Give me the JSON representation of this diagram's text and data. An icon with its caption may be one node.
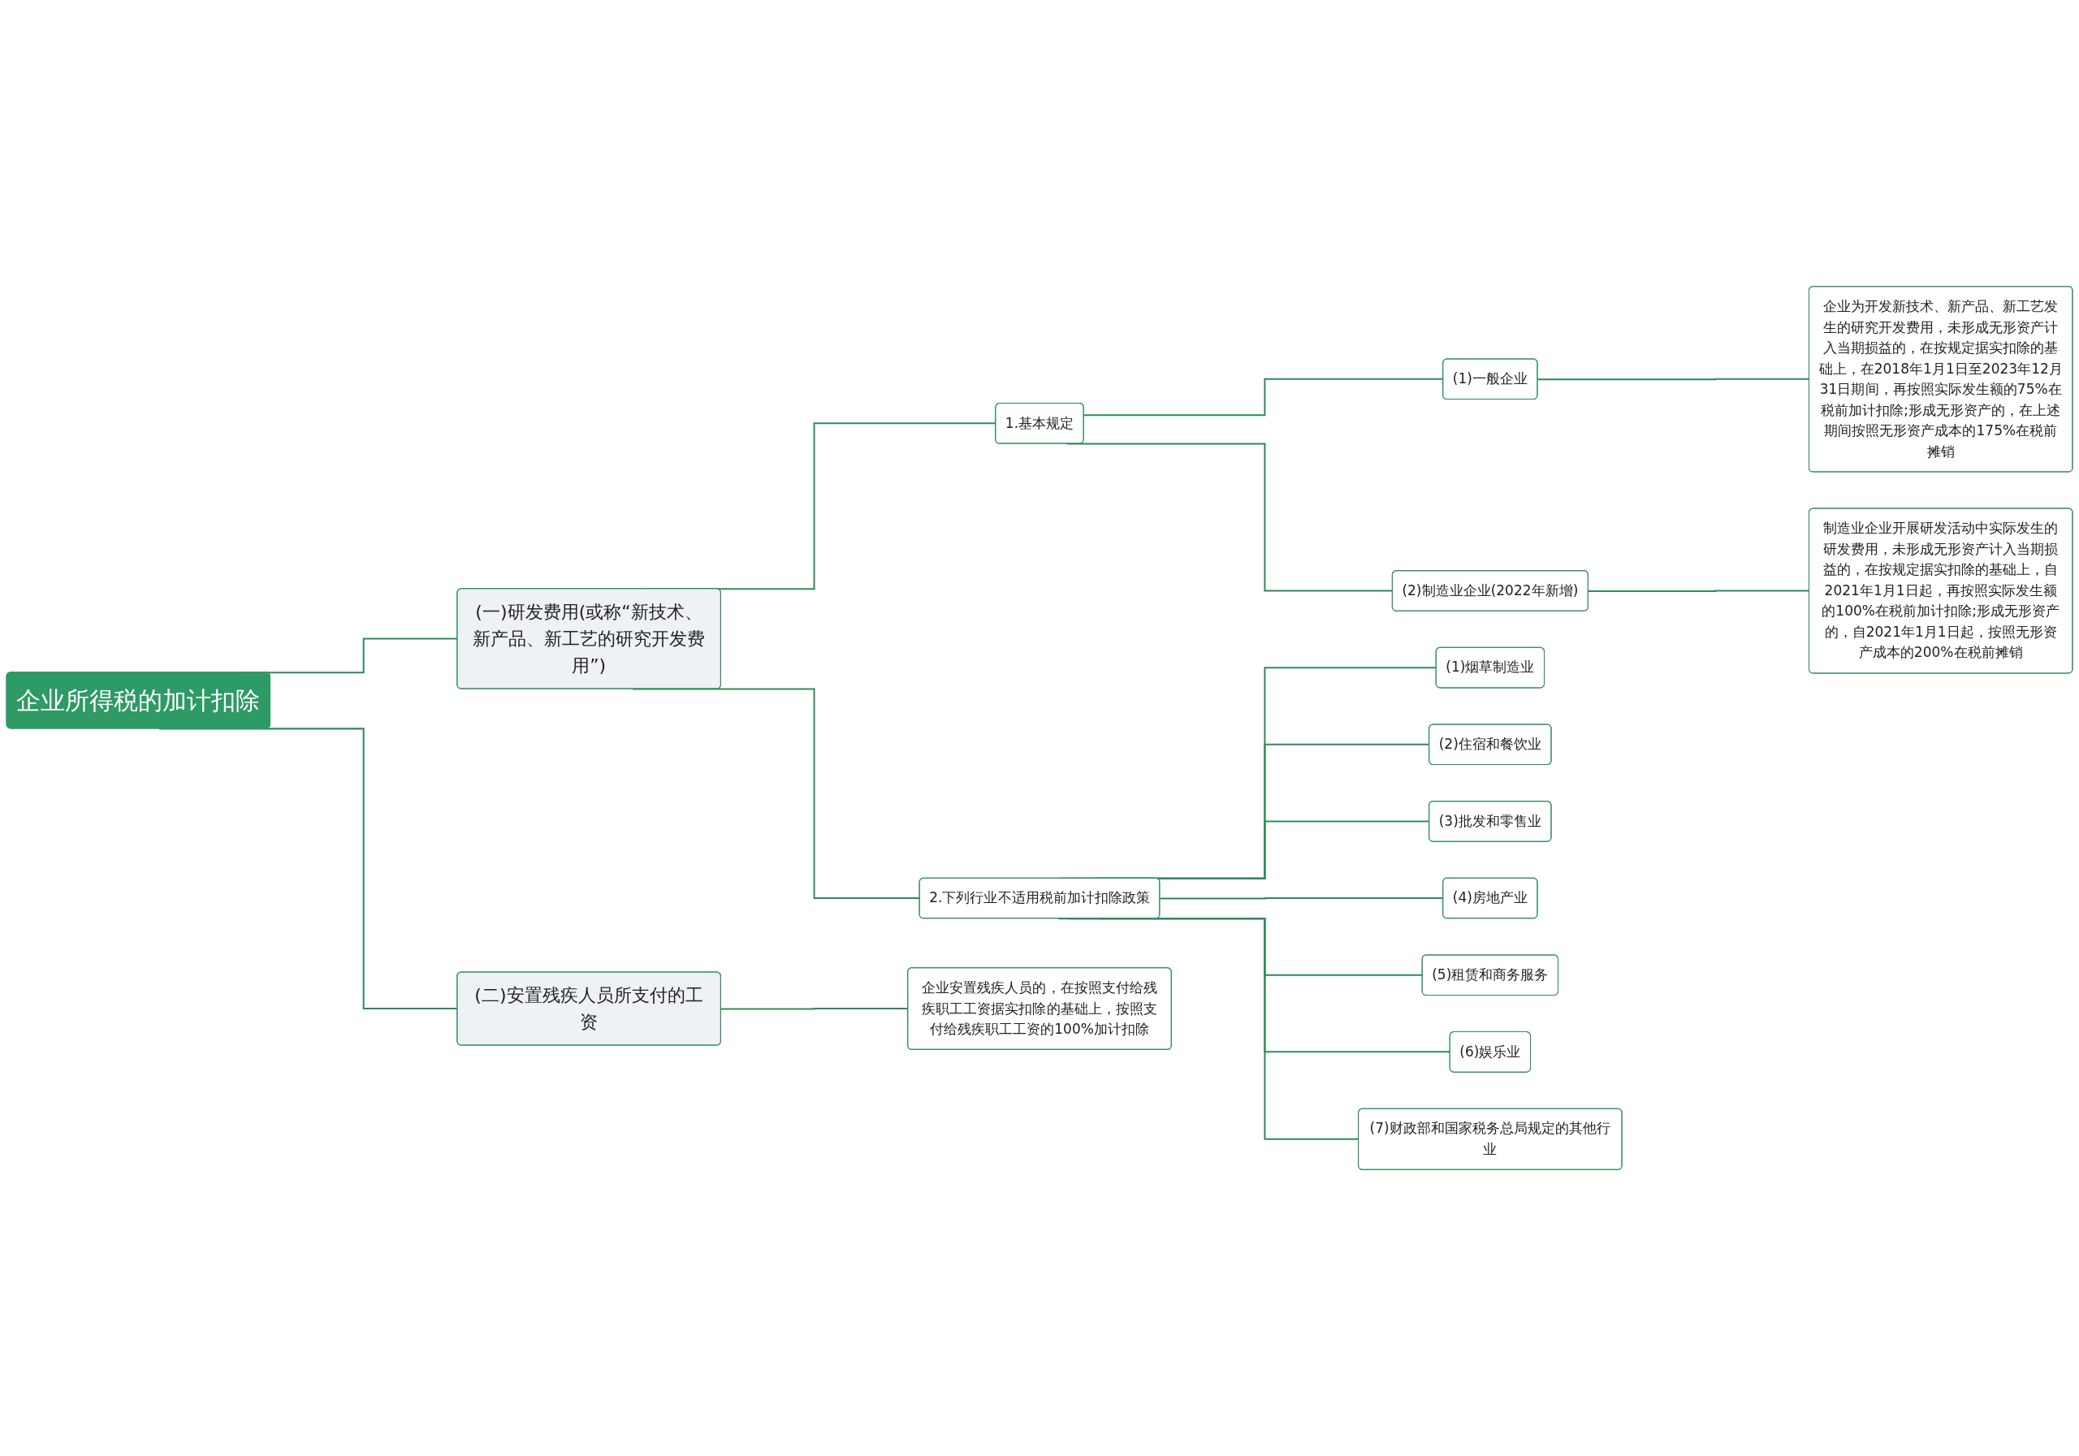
{
  "diagram": {
    "nodes": [
      {
        "text": [
          "企业所得税的加计扣除"
        ]
      },
      {
        "text": [
          "(一)研发费用(或称“新技术、新产品、新工艺的研究开发费用”)"
        ]
      },
      {
        "text": [
          "1.基本规定"
        ]
      },
      {
        "text": [
          "(1)一般企业"
        ]
      },
      {
        "text": [
          "企业为开发新技术、新产品、新工艺发生的研究开发费用，未形成无形资产计入当期损益的，在按规定据实扣除的基础上，在2018年1月1日至2023年12月31日期间，再按照实际发生额的75%在税前加计扣除;形成无形资产的，在上述期间按照无形资产成本的175%在税前摊销"
        ]
      },
      {
        "text": [
          "(2)制造业企业(2022年新增)"
        ]
      },
      {
        "text": [
          "制造业企业开展研发活动中实际发生的研发费用，未形成无形资产计入当期损益的，在按规定据实扣除的基础上，自2021年1月1日起，再按照实际发生额的100%在税前加计扣除;形成无形资产的，自2021年1月1日起，按照无形资产成本的200%在税前摊销"
        ]
      },
      {
        "text": [
          "2.下列行业不适用税前加计扣除政策"
        ]
      },
      {
        "text": [
          "(1)烟草制造业"
        ]
      },
      {
        "text": [
          "(2)住宿和餐饮业"
        ]
      },
      {
        "text": [
          "(3)批发和零售业"
        ]
      },
      {
        "text": [
          "(4)房地产业"
        ]
      },
      {
        "text": [
          "(5)租赁和商务服务"
        ]
      },
      {
        "text": [
          "(6)娱乐业"
        ]
      },
      {
        "text": [
          "(7)财政部和国家税务总局规定的其他行业"
        ]
      },
      {
        "text": [
          "(二)安置残疾人员所支付的工资"
        ]
      },
      {
        "text": [
          "企业安置残疾人员的，在按照支付给残疾职工工资据实扣除的基础上，按照支付给残疾职工工资的100%加计扣除"
        ]
      }
    ],
    "edges": [
      {
        "from": 0,
        "to": 1,
        "arrow": "none"
      },
      {
        "from": 1,
        "to": 2,
        "arrow": "none"
      },
      {
        "from": 2,
        "to": 3,
        "arrow": "none"
      },
      {
        "from": 3,
        "to": 4,
        "arrow": "none"
      },
      {
        "from": 2,
        "to": 5,
        "arrow": "none"
      },
      {
        "from": 5,
        "to": 6,
        "arrow": "none"
      },
      {
        "from": 1,
        "to": 7,
        "arrow": "none"
      },
      {
        "from": 7,
        "to": 8,
        "arrow": "none"
      },
      {
        "from": 7,
        "to": 9,
        "arrow": "none"
      },
      {
        "from": 7,
        "to": 10,
        "arrow": "none"
      },
      {
        "from": 7,
        "to": 11,
        "arrow": "none"
      },
      {
        "from": 7,
        "to": 12,
        "arrow": "none"
      },
      {
        "from": 7,
        "to": 13,
        "arrow": "none"
      },
      {
        "from": 7,
        "to": 14,
        "arrow": "none"
      },
      {
        "from": 0,
        "to": 15,
        "arrow": "none"
      },
      {
        "from": 15,
        "to": 16,
        "arrow": "none"
      }
    ]
  }
}
